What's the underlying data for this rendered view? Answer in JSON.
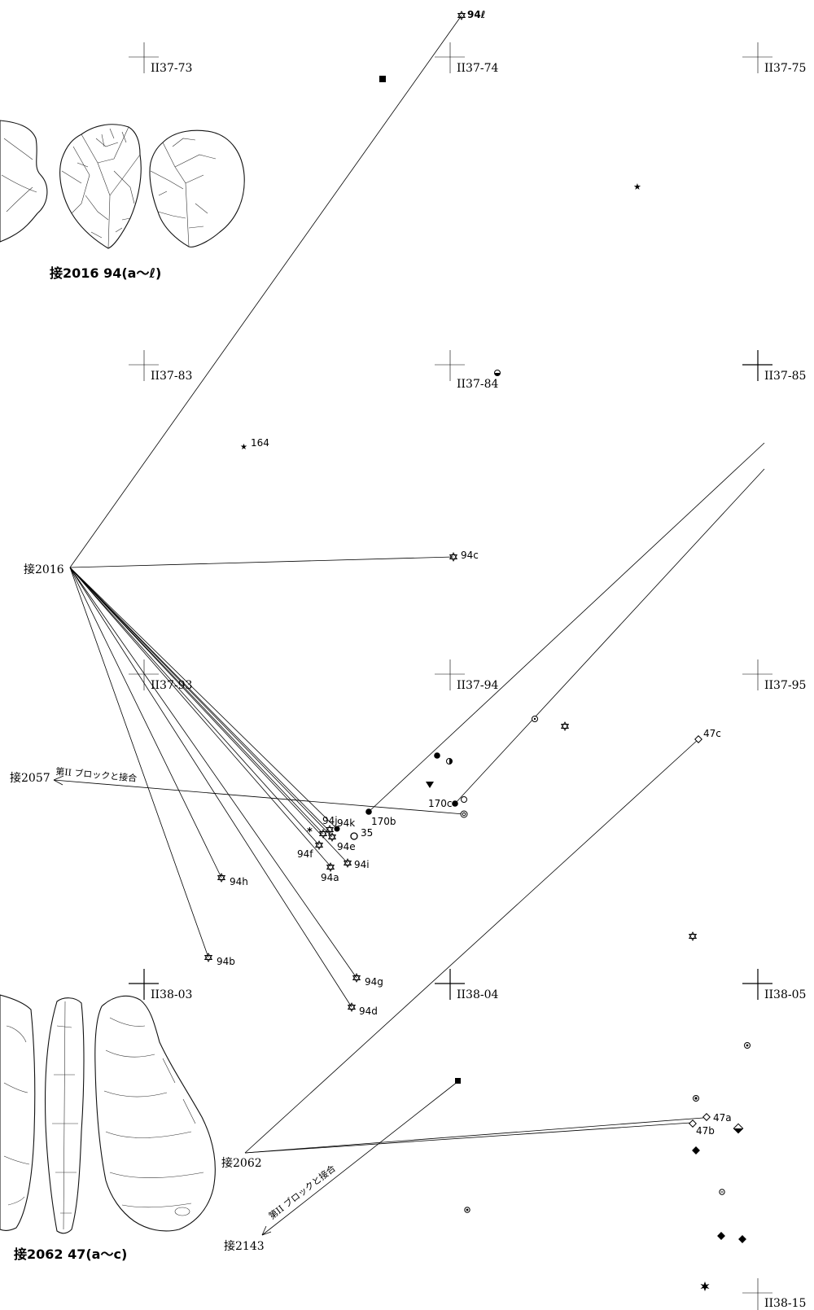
{
  "grid": [
    {
      "label": "II37-73"
    },
    {
      "label": "II37-74"
    },
    {
      "label": "II37-75"
    },
    {
      "label": "II37-83"
    },
    {
      "label": "II37-84"
    },
    {
      "label": "II37-85"
    },
    {
      "label": "II37-93"
    },
    {
      "label": "II37-94"
    },
    {
      "label": "II37-95"
    },
    {
      "label": "II38-03"
    },
    {
      "label": "II38-04"
    },
    {
      "label": "II38-05"
    },
    {
      "label": "II38-15"
    }
  ],
  "connections": {
    "c2016": "接2016",
    "c2057": "接2057",
    "c2062": "接2062",
    "c2143": "接2143"
  },
  "notes": {
    "n2057": "第II ブロックと接合",
    "n2143": "第II ブロックと接合"
  },
  "captions": {
    "top": "接2016 94(a〜ℓ)",
    "bottom": "接2062 47(a〜c)"
  },
  "points": {
    "p94l": "94ℓ",
    "p164": "164",
    "p94c": "94c",
    "p47c": "47c",
    "p170c": "170c",
    "p170b": "170b",
    "p94j": "94j",
    "p94k": "94k",
    "p35": "35",
    "p94e": "94e",
    "p94f": "94f",
    "p94i": "94i",
    "p94a": "94a",
    "p94h": "94h",
    "p94b": "94b",
    "p94g": "94g",
    "p94d": "94d",
    "p47a": "47a",
    "p47b": "47b"
  }
}
